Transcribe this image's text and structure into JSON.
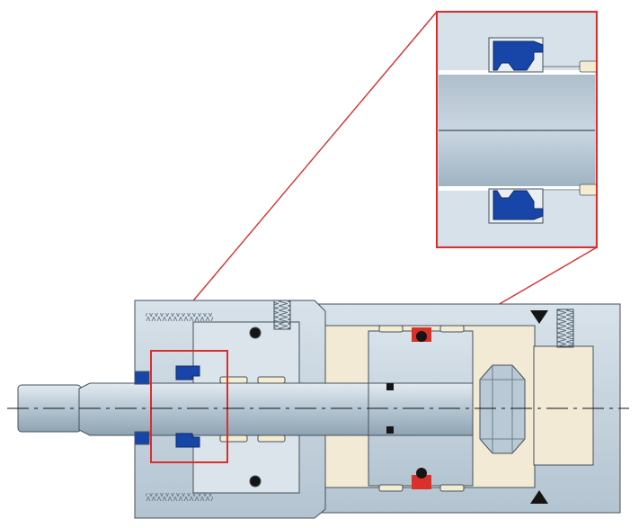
{
  "diagram": {
    "caption": "",
    "colors": {
      "steel_light": "#d4dee6",
      "steel_mid": "#b2c3d0",
      "steel_dark": "#8fa4b3",
      "outline": "#44505a",
      "cavity": "#f3ead6",
      "bearing": "#f4ecd0",
      "seal_blue": "#1846a8",
      "oring_red": "#d9302a",
      "black": "#151515",
      "callout_red": "#d92f2f"
    },
    "parts": [
      {
        "name": "piston-rod",
        "icon": "rod"
      },
      {
        "name": "rod-seal",
        "icon": "u-cup-seal"
      },
      {
        "name": "gland-housing",
        "icon": "gland"
      },
      {
        "name": "piston",
        "icon": "piston"
      },
      {
        "name": "hex-nut",
        "icon": "hex-nut"
      },
      {
        "name": "cylinder-barrel",
        "icon": "barrel"
      },
      {
        "name": "end-cap",
        "icon": "end-cap"
      },
      {
        "name": "detail-inset",
        "icon": "magnified-view"
      }
    ]
  }
}
